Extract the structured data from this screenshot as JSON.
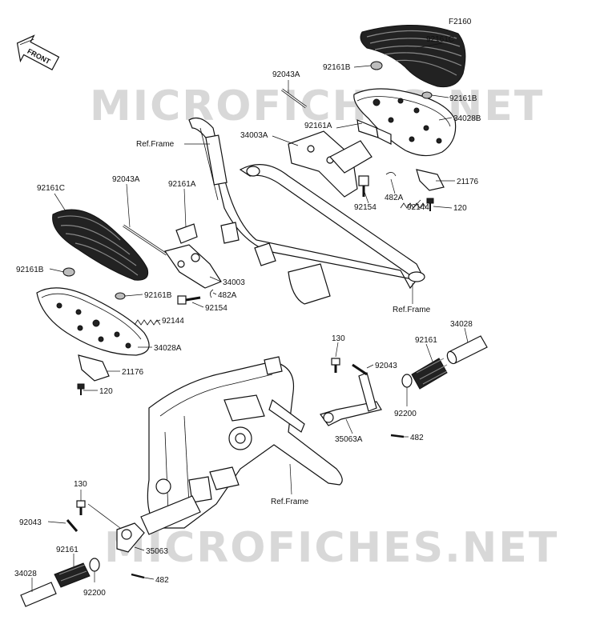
{
  "figure_code": "F2160",
  "direction_badge": "FRONT",
  "watermark": "MICROFICHES.NET",
  "colors": {
    "line": "#111111",
    "watermark": "#d8d8d8",
    "rubber": "#222222",
    "background": "#ffffff"
  },
  "callouts": [
    "F2160",
    "92161C",
    "92161B",
    "92161B",
    "34028B",
    "92043A",
    "92161A",
    "34003A",
    "Ref.Frame",
    "21176",
    "120",
    "482A",
    "92154",
    "92144",
    "Ref.Frame",
    "92161C",
    "92043A",
    "92161A",
    "92161B",
    "92161B",
    "34003",
    "482A",
    "92154",
    "92144",
    "34028A",
    "21176",
    "120",
    "130",
    "92043",
    "92161",
    "34028",
    "92200",
    "35063A",
    "482",
    "Ref.Frame",
    "130",
    "92043",
    "35063",
    "92161",
    "34028",
    "92200",
    "482"
  ]
}
